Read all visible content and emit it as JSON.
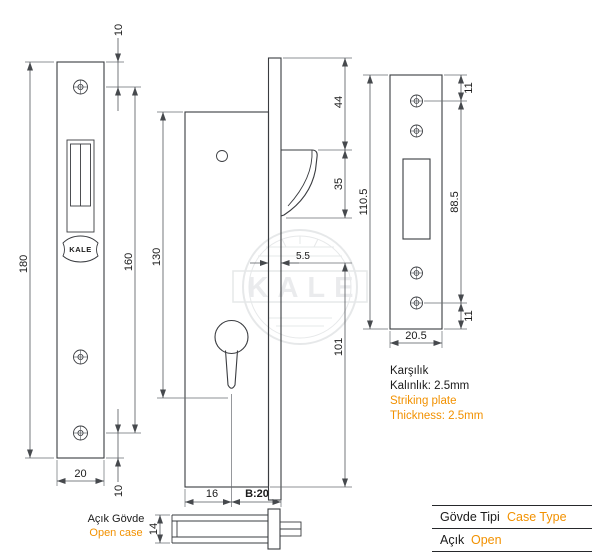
{
  "watermark": {
    "text": "KALE"
  },
  "front_view": {
    "stamp": "KALE",
    "dims": {
      "height": "180",
      "top_offset": "10",
      "hole_span": "160",
      "bottom_offset": "10",
      "width": "20"
    }
  },
  "side_view": {
    "dims": {
      "case_height": "130",
      "top_to_hook": "44",
      "hook_height": "35",
      "faceplate_offset": "5.5",
      "lower_span": "101",
      "case_width": "16",
      "backset": "B:20"
    }
  },
  "strike_plate": {
    "dims": {
      "height": "110.5",
      "hole_span": "88.5",
      "top_offset": "11",
      "bottom_offset": "11",
      "width": "20.5"
    },
    "caption": {
      "title_tr": "Karşılık",
      "thickness_tr": "Kalınlık: 2.5mm",
      "title_en": "Striking plate",
      "thickness_en": "Thickness: 2.5mm"
    }
  },
  "open_case": {
    "label_tr": "Açık Gövde",
    "label_en": "Open case",
    "dims": {
      "height": "14"
    }
  },
  "spec_table": {
    "rows": [
      {
        "tr": "Gövde Tipi",
        "en": "Case Type"
      },
      {
        "tr": "Açık",
        "en": "Open"
      }
    ]
  },
  "colors": {
    "accent": "#f29100",
    "line": "#3a3c40",
    "text": "#1b1b1b"
  }
}
